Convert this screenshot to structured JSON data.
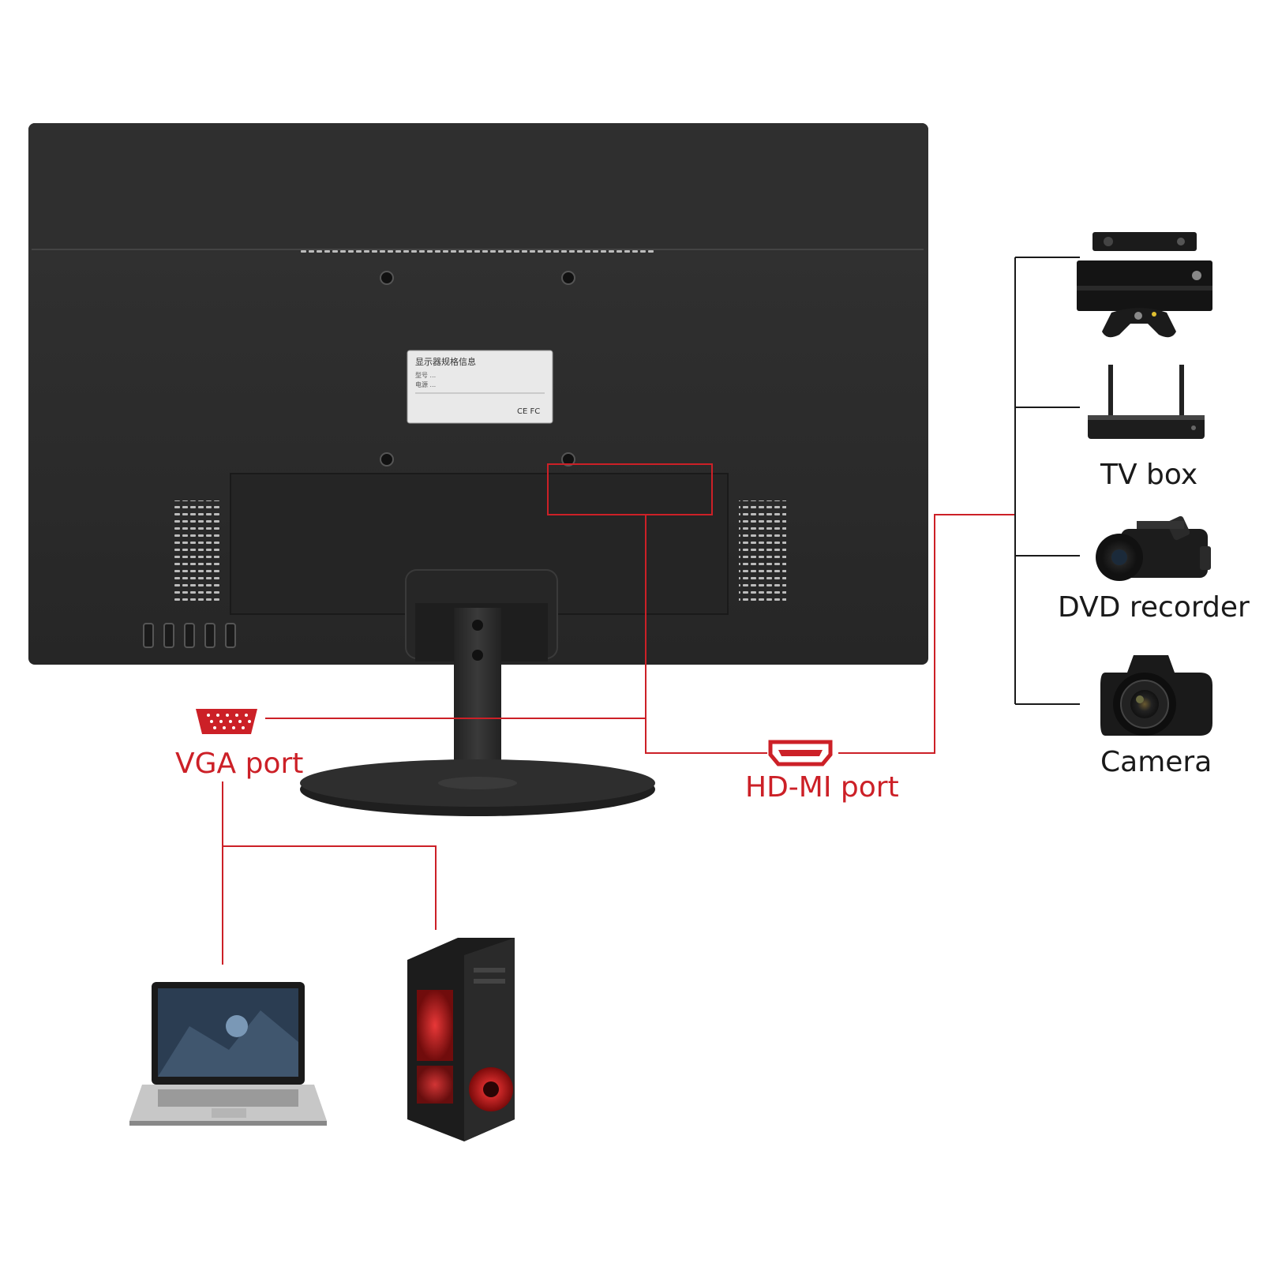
{
  "labels": {
    "vga_port": "VGA port",
    "hdmi_port": "HD-MI port",
    "tv_box": "TV box",
    "dvd_recorder": "DVD recorder",
    "camera": "Camera"
  },
  "back_label": {
    "line1": "显示器规格信息",
    "line2": "型号 ...",
    "line3": "电源 ...",
    "mark": "CE FC"
  },
  "icons": {
    "monitor": "monitor-back-icon",
    "vga": "vga-connector-icon",
    "hdmi": "hdmi-connector-icon",
    "console": "game-console-icon",
    "tvbox": "tv-box-router-icon",
    "camcorder": "camcorder-icon",
    "camera": "dslr-camera-icon",
    "laptop": "laptop-icon",
    "pc": "desktop-pc-tower-icon"
  },
  "colors": {
    "accent_red": "#cc2027",
    "monitor_body": "#2b2b2b",
    "connector_line_dark": "#1a1a1a"
  }
}
